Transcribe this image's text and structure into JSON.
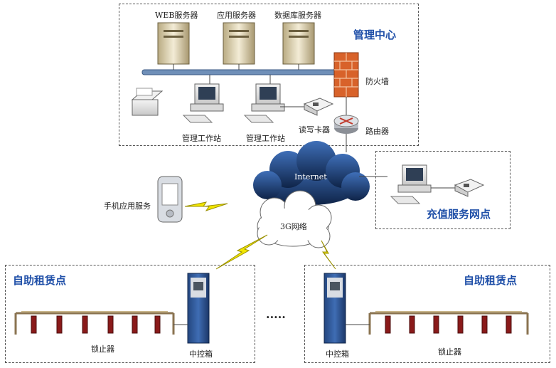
{
  "management_center": {
    "title": "管理中心",
    "web_server": "WEB服务器",
    "app_server": "应用服务器",
    "db_server": "数据库服务器",
    "firewall": "防火墙",
    "router": "路由器",
    "workstation_1": "管理工作站",
    "workstation_2": "管理工作站",
    "card_reader": "读写卡器"
  },
  "internet": {
    "label": "Internet"
  },
  "mobile_network": {
    "label": "3G网络"
  },
  "mobile_app": {
    "label": "手机应用服务"
  },
  "recharge_point": {
    "title": "充值服务网点"
  },
  "rental_left": {
    "title": "自助租赁点",
    "lock_label": "锁止器",
    "control_box": "中控箱"
  },
  "rental_right": {
    "title": "自助租赁点",
    "lock_label": "锁止器",
    "control_box": "中控箱"
  },
  "ellipsis": "·····",
  "colors": {
    "title_blue": "#1f4fa8",
    "cloud_dark": "#1d3f78",
    "bolt_yellow": "#f2e600"
  }
}
